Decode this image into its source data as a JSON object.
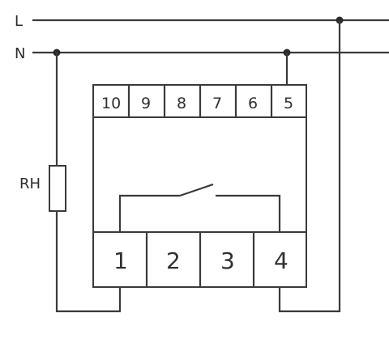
{
  "labels": {
    "line_l": "L",
    "line_n": "N",
    "load": "RH"
  },
  "terminals": {
    "top": [
      "10",
      "9",
      "8",
      "7",
      "6",
      "5"
    ],
    "bottom": [
      "1",
      "2",
      "3",
      "4"
    ]
  },
  "colors": {
    "line": "#3a3a3a",
    "node": "#2b2b2b",
    "text": "#303030",
    "background": "#ffffff"
  }
}
